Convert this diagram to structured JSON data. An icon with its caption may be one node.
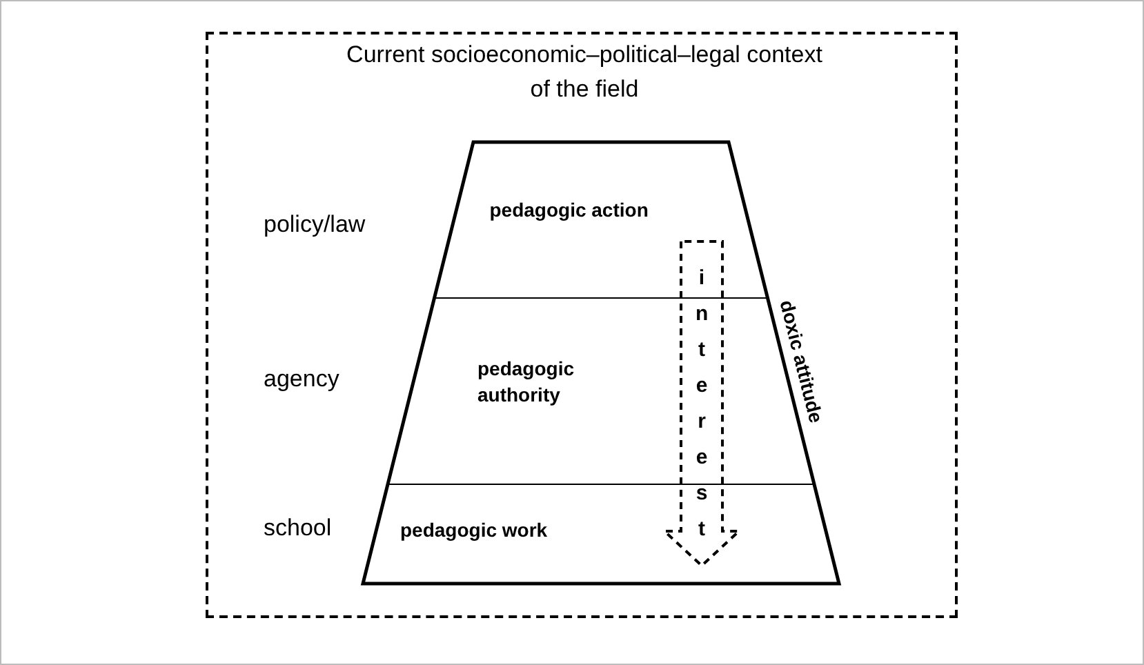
{
  "diagram": {
    "nodes": [
      {
        "text": [
          "Current socioeconomic–political–legal context of the field"
        ]
      },
      {
        "text": [
          "pedagogic action"
        ],
        "in": 0
      },
      {
        "text": [
          "pedagogic authority"
        ],
        "in": 0
      },
      {
        "text": [
          "pedagogic work"
        ],
        "in": 0
      }
    ],
    "edges": [
      {
        "from": 1,
        "to": 3,
        "arrow": "to",
        "label": "interest",
        "style": "dashed"
      }
    ],
    "labels": [
      "policy/law",
      "agency",
      "school",
      "doxic attitude"
    ]
  }
}
